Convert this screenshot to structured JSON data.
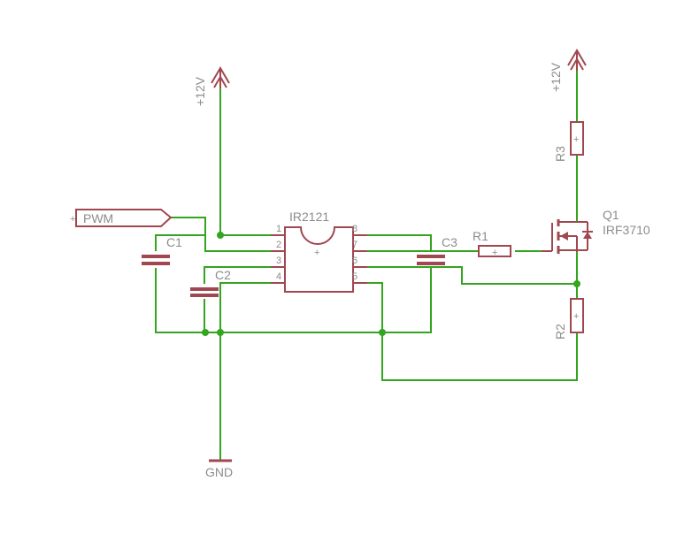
{
  "ic": {
    "name": "IR2121",
    "pins": [
      "1",
      "2",
      "3",
      "4",
      "5",
      "6",
      "7",
      "8"
    ],
    "pin1_mark": "+"
  },
  "capacitors": {
    "c1": "C1",
    "c2": "C2",
    "c3": "C3"
  },
  "resistors": {
    "r1": "R1",
    "r2": "R2",
    "r3": "R3",
    "mark": "+"
  },
  "transistor": {
    "ref": "Q1",
    "part": "IRF3710"
  },
  "supplies": {
    "left": "+12V",
    "right": "+12V"
  },
  "ground": {
    "label": "GND"
  },
  "input": {
    "label": "PWM",
    "mark": "+"
  },
  "colors": {
    "wire": "#33a51f",
    "symbol": "#a0474f",
    "text": "#8c8c8c"
  }
}
